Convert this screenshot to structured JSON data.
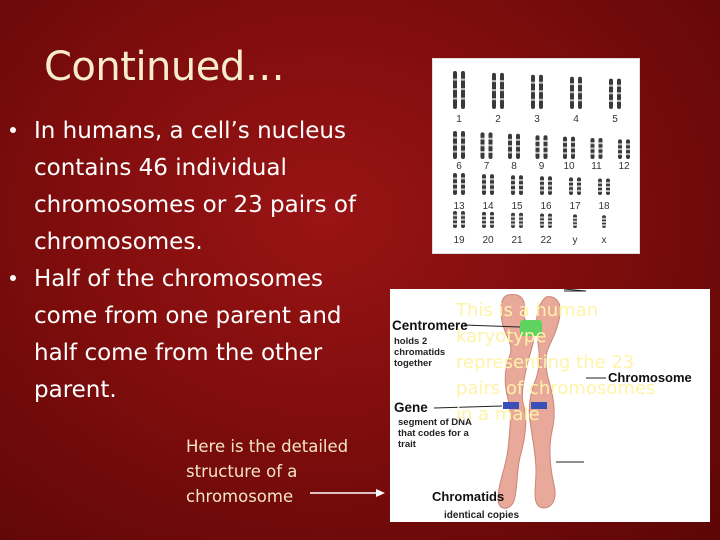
{
  "slide": {
    "title": "Continued…",
    "bullets": [
      "In humans, a cell’s nucleus contains 46 individual chromosomes or 23 pairs of chromosomes.",
      "Half of the chromosomes come from one parent and half come from the other parent."
    ],
    "caption": "Here is the detailed structure of a chromosome",
    "karyotype_caption": "This is a human karyotype representing the 23 pairs of chromosomes in a male"
  },
  "karyotype": {
    "labels": [
      "1",
      "2",
      "3",
      "4",
      "5",
      "6",
      "7",
      "8",
      "9",
      "10",
      "11",
      "12",
      "13",
      "14",
      "15",
      "16",
      "17",
      "18",
      "19",
      "20",
      "21",
      "22",
      "y",
      "x"
    ]
  },
  "diagram": {
    "centromere_title": "Centromere",
    "centromere_desc": [
      "holds 2",
      "chromatids",
      "together"
    ],
    "chromosome_label": "Chromosome",
    "gene_title": "Gene",
    "gene_desc": [
      "segment of DNA",
      "that codes for a",
      "trait"
    ],
    "chromatids_title": "Chromatids",
    "chromatids_desc": "identical copies"
  },
  "colors": {
    "background": "#800d0d",
    "title": "#f7ecd0",
    "caption": "#f3e6c2",
    "karyotype_caption": "#fff3a8",
    "chromosome": "#e8a89a",
    "centromere": "#5fd35f",
    "gene_band": "#3a4fb8"
  }
}
